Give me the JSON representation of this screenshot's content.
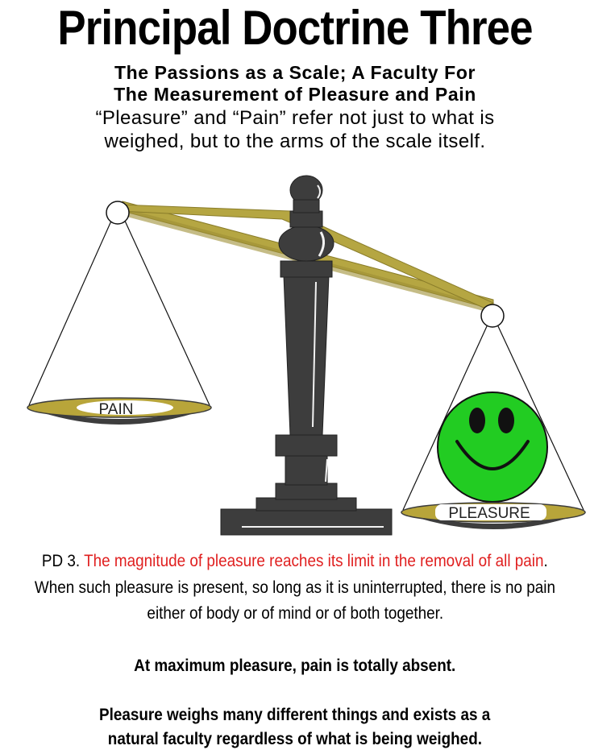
{
  "header": {
    "title": "Principal Doctrine Three",
    "subtitle_line1": "The Passions as a Scale; A Faculty For",
    "subtitle_line2": "The Measurement of Pleasure and Pain",
    "quote_line1": "“Pleasure” and “Pain” refer not just to what is",
    "quote_line2": "weighed, but to the arms of the scale itself."
  },
  "illustration": {
    "left_pan_label": "PAIN",
    "right_pan_label": "PLEASURE",
    "colors": {
      "beam": "#b5a642",
      "pan_gold": "#b8a53a",
      "pillar": "#3d3d3d",
      "smiley": "#22cc22"
    },
    "icons": [
      "balance-scale-icon",
      "smiley-face-icon"
    ]
  },
  "doctrine": {
    "prefix": "PD 3. ",
    "highlight": "The magnitude of pleasure reaches its limit in the removal of all pain",
    "suffix": ".",
    "line2": "When such pleasure is present, so long as it is uninterrupted, there is no pain",
    "line3": "either of body or of mind or of both together.",
    "highlight_color": "#e02020"
  },
  "summary": {
    "line1": "At maximum pleasure, pain is totally absent.",
    "line2": "Pleasure weighs many different things and exists as a",
    "line3": "natural faculty regardless of what is being weighed."
  }
}
